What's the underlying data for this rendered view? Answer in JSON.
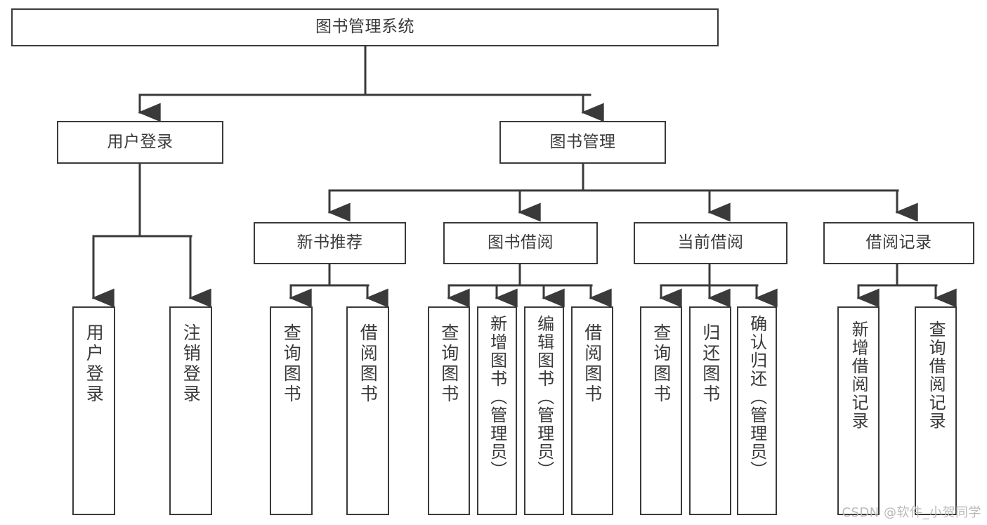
{
  "diagram": {
    "title": "图书管理系统",
    "type": "tree",
    "orientation": "top-down",
    "colors": {
      "background": "#ffffff",
      "node_fill": "#ffffff",
      "node_border": "#3a3a3a",
      "edge": "#3a3a3a",
      "text": "#3a3a3a",
      "watermark": "#b9b9b9"
    },
    "root": {
      "id": "root",
      "label": "图书管理系统",
      "text_orientation": "horizontal"
    },
    "level2": [
      {
        "id": "user-login",
        "label": "用户登录",
        "text_orientation": "horizontal"
      },
      {
        "id": "book-management",
        "label": "图书管理",
        "text_orientation": "horizontal"
      }
    ],
    "level3": [
      {
        "id": "new-book-recommend",
        "label": "新书推荐",
        "parent": "book-management",
        "text_orientation": "horizontal"
      },
      {
        "id": "book-borrow",
        "label": "图书借阅",
        "parent": "book-management",
        "text_orientation": "horizontal"
      },
      {
        "id": "current-borrow",
        "label": "当前借阅",
        "parent": "book-management",
        "text_orientation": "horizontal"
      },
      {
        "id": "borrow-record",
        "label": "借阅记录",
        "parent": "book-management",
        "text_orientation": "horizontal"
      }
    ],
    "leaves": [
      {
        "id": "leaf-user-login",
        "label": "用户登录",
        "parent": "user-login",
        "text_orientation": "vertical"
      },
      {
        "id": "leaf-logout-login",
        "label": "注销登录",
        "parent": "user-login",
        "text_orientation": "vertical"
      },
      {
        "id": "leaf-query-book-1",
        "label": "查询图书",
        "parent": "new-book-recommend",
        "text_orientation": "vertical"
      },
      {
        "id": "leaf-borrow-book-1",
        "label": "借阅图书",
        "parent": "new-book-recommend",
        "text_orientation": "vertical"
      },
      {
        "id": "leaf-query-book-2",
        "label": "查询图书",
        "parent": "book-borrow",
        "text_orientation": "vertical"
      },
      {
        "id": "leaf-add-book-admin",
        "label": "新增图书（管理员）",
        "parent": "book-borrow",
        "text_orientation": "vertical"
      },
      {
        "id": "leaf-edit-book-admin",
        "label": "编辑图书（管理员）",
        "parent": "book-borrow",
        "text_orientation": "vertical"
      },
      {
        "id": "leaf-borrow-book-2",
        "label": "借阅图书",
        "parent": "book-borrow",
        "text_orientation": "vertical"
      },
      {
        "id": "leaf-query-book-3",
        "label": "查询图书",
        "parent": "current-borrow",
        "text_orientation": "vertical"
      },
      {
        "id": "leaf-return-book",
        "label": "归还图书",
        "parent": "current-borrow",
        "text_orientation": "vertical"
      },
      {
        "id": "leaf-confirm-return-admin",
        "label": "确认归还（管理员）",
        "parent": "current-borrow",
        "text_orientation": "vertical"
      },
      {
        "id": "leaf-add-borrow-record",
        "label": "新增借阅记录",
        "parent": "borrow-record",
        "text_orientation": "vertical"
      },
      {
        "id": "leaf-query-borrow-record",
        "label": "查询借阅记录",
        "parent": "borrow-record",
        "text_orientation": "vertical"
      }
    ]
  },
  "watermark": {
    "text": "CSDN @软件_小贺同学"
  }
}
